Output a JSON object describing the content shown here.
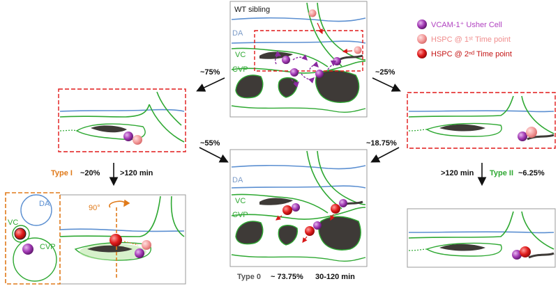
{
  "top_panel": {
    "title": "WT sibling",
    "label_da": "DA",
    "label_vc": "VC",
    "label_cvp": "CVP"
  },
  "legend": {
    "usher_cell": {
      "label": "VCAM-1⁺ Usher Cell",
      "color": "#b040c0"
    },
    "hspc_t1": {
      "label": "HSPC @ 1ˢᵗ Time point",
      "color": "#f08c8c"
    },
    "hspc_t2": {
      "label": "HSPC @ 2ⁿᵈ Time point",
      "color": "#d81818"
    }
  },
  "percentages": {
    "top_left": "~75%",
    "top_right": "~25%",
    "mid_left": "~55%",
    "mid_right": "~18.75%"
  },
  "type_i": {
    "name": "Type I",
    "percent": "~20%",
    "time": ">120 min"
  },
  "type_ii": {
    "name": "Type II",
    "percent": "~6.25%",
    "time": ">120 min"
  },
  "type_0": {
    "name": "Type 0",
    "percent": "~ 73.75%",
    "time": "30-120 min"
  },
  "inset": {
    "label_da": "DA",
    "label_vc": "VC",
    "label_cvp": "CVP",
    "angle": "90°"
  },
  "bottom_center": {
    "label_da": "DA",
    "label_vc": "VC",
    "label_cvp": "CVP"
  },
  "colors": {
    "da_line": "#5b8fd1",
    "vessel_green": "#2ea832",
    "dark_tissue": "#3e3a37",
    "red_dash": "#e01818",
    "orange_dash": "#e07a1a",
    "type_i_color": "#e07a1a",
    "type_ii_color": "#2ea832",
    "type_0_color": "#555555"
  }
}
